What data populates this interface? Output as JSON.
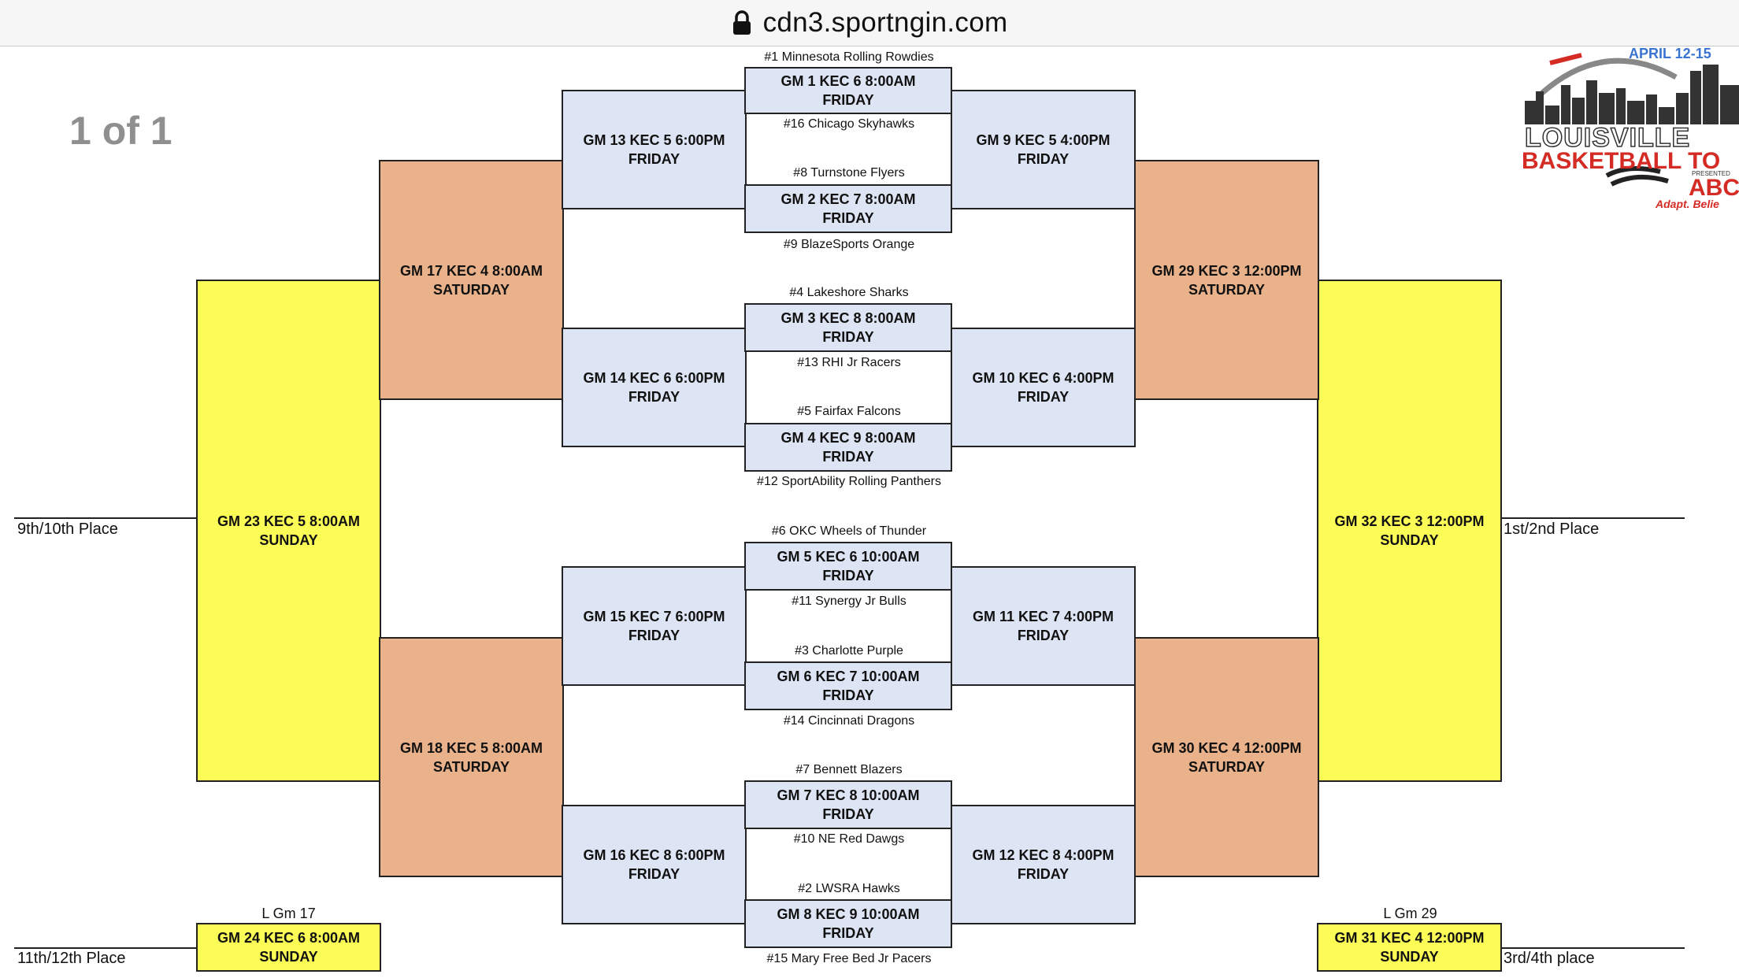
{
  "browser": {
    "url": "cdn3.sportngin.com"
  },
  "viewer": {
    "page_counter": "1 of 1"
  },
  "logo": {
    "date_text": "APRIL 12-15",
    "title_line1": "LOUISVILLE",
    "title_line2": "BASKETBALL TO",
    "presented": "PRESENTED",
    "sponsor": "ABC m",
    "tagline": "Adapt. Belie"
  },
  "games": {
    "gm1": "GM 1 KEC 6 8:00AM\nFRIDAY",
    "gm2": "GM 2 KEC 7 8:00AM\nFRIDAY",
    "gm3": "GM 3 KEC 8 8:00AM\nFRIDAY",
    "gm4": "GM 4 KEC 9 8:00AM\nFRIDAY",
    "gm5": "GM 5 KEC 6 10:00AM\nFRIDAY",
    "gm6": "GM 6 KEC 7 10:00AM\nFRIDAY",
    "gm7": "GM 7 KEC 8 10:00AM\nFRIDAY",
    "gm8": "GM 8 KEC 9 10:00AM\nFRIDAY",
    "gm9": "GM 9 KEC 5 4:00PM\nFRIDAY",
    "gm10": "GM 10 KEC 6 4:00PM\nFRIDAY",
    "gm11": "GM 11 KEC 7 4:00PM\nFRIDAY",
    "gm12": "GM 12 KEC 8 4:00PM\nFRIDAY",
    "gm13": "GM 13 KEC 5 6:00PM\nFRIDAY",
    "gm14": "GM 14 KEC 6 6:00PM\nFRIDAY",
    "gm15": "GM 15 KEC 7 6:00PM\nFRIDAY",
    "gm16": "GM 16 KEC 8 6:00PM\nFRIDAY",
    "gm17": "GM 17 KEC 4 8:00AM\nSATURDAY",
    "gm18": "GM 18 KEC 5 8:00AM\nSATURDAY",
    "gm29": "GM 29 KEC 3 12:00PM\nSATURDAY",
    "gm30": "GM 30 KEC 4 12:00PM\nSATURDAY",
    "gm23": "GM 23 KEC 5 8:00AM\nSUNDAY",
    "gm32": "GM 32 KEC 3 12:00PM\nSUNDAY",
    "gm24": "GM 24 KEC 6 8:00AM\nSUNDAY",
    "gm31": "GM 31 KEC 4 12:00PM\nSUNDAY"
  },
  "teams": {
    "t1": "#1 Minnesota Rolling Rowdies",
    "t16": "#16 Chicago Skyhawks",
    "t8": "#8 Turnstone Flyers",
    "t9": "#9 BlazeSports Orange",
    "t4": "#4 Lakeshore Sharks",
    "t13": "#13 RHI Jr Racers",
    "t5": "#5 Fairfax Falcons",
    "t12": "#12 SportAbility Rolling Panthers",
    "t6": "#6 OKC Wheels of Thunder",
    "t11": "#11 Synergy Jr Bulls",
    "t3": "#3 Charlotte Purple",
    "t14": "#14 Cincinnati Dragons",
    "t7": "#7 Bennett Blazers",
    "t10": "#10 NE Red Dawgs",
    "t2": "#2 LWSRA Hawks",
    "t15": "#15 Mary Free Bed Jr Pacers"
  },
  "placements": {
    "p9_10": "9th/10th Place",
    "p1_2": "1st/2nd Place",
    "p11_12": "11th/12th Place",
    "p3_4": "3rd/4th place"
  },
  "feeders": {
    "l_gm17": "L Gm 17",
    "l_gm29": "L Gm 29"
  },
  "colors": {
    "round1": "#dde4f3",
    "round2": "#dde4f3",
    "semis": "#e9b28b",
    "finals": "#fcfc56",
    "border": "#222222"
  }
}
